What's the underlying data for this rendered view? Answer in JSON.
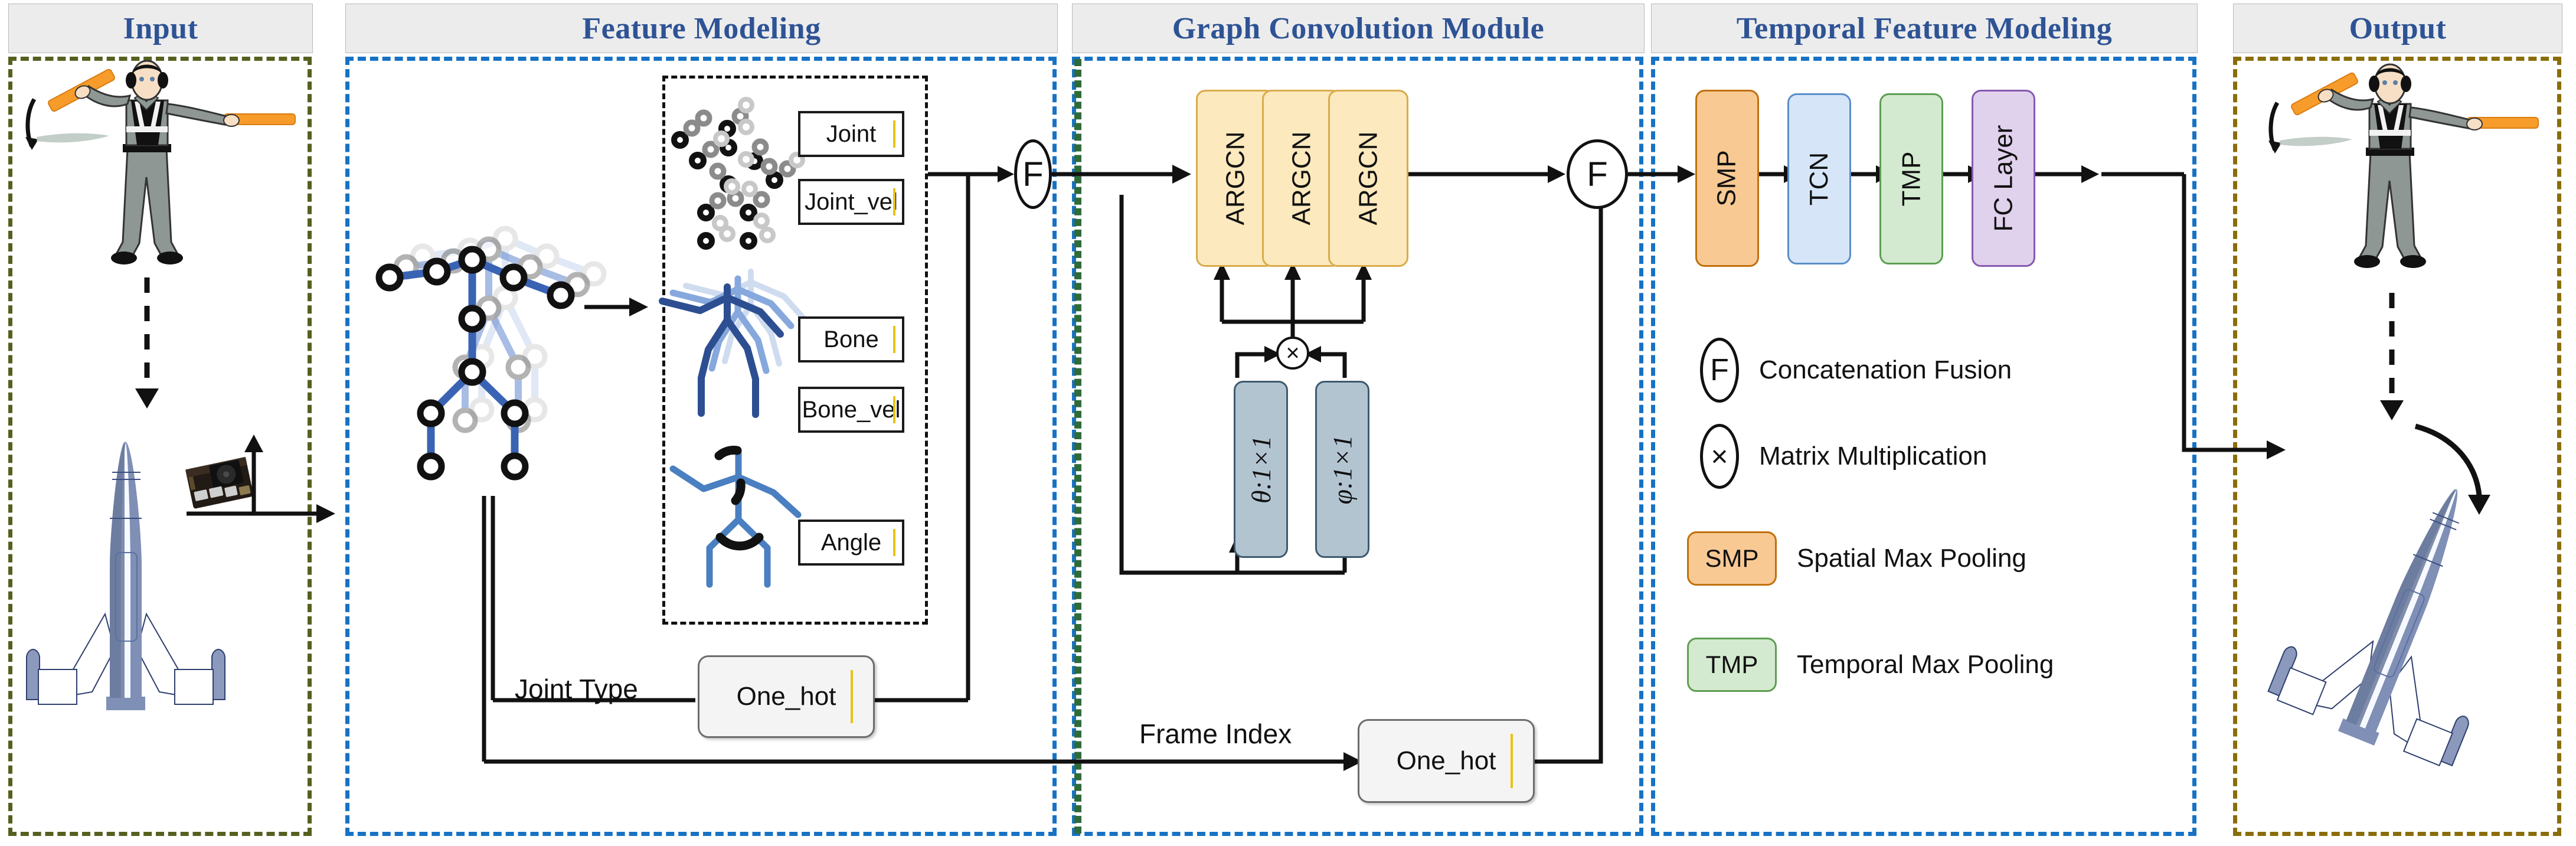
{
  "panels": [
    {
      "id": "input",
      "title": "Input"
    },
    {
      "id": "feature",
      "title": "Feature Modeling"
    },
    {
      "id": "graph",
      "title": "Graph Convolution Module"
    },
    {
      "id": "temporal",
      "title": "Temporal Feature Modeling"
    },
    {
      "id": "output",
      "title": "Output"
    }
  ],
  "feature_modeling": {
    "feature_boxes": [
      {
        "label": "Joint"
      },
      {
        "label": "Joint_vel"
      },
      {
        "label": "Bone"
      },
      {
        "label": "Bone_vel"
      },
      {
        "label": "Angle"
      }
    ],
    "joint_type_label": "Joint Type",
    "joint_type_onehot": "One_hot",
    "fusion_symbol": "F"
  },
  "graph_module": {
    "gcn_blocks": [
      "ARGCN",
      "ARGCN",
      "ARGCN"
    ],
    "projections": [
      "θ:1×1",
      "φ:1×1"
    ],
    "matmul_symbol": "×",
    "fusion_symbol": "F",
    "frame_index_label": "Frame Index",
    "frame_index_onehot": "One_hot"
  },
  "temporal_modeling": {
    "blocks": [
      {
        "label": "SMP",
        "fill": "#f8c993",
        "stroke": "#c2700d"
      },
      {
        "label": "TCN",
        "fill": "#d6e6f8",
        "stroke": "#5a8ec9"
      },
      {
        "label": "TMP",
        "fill": "#d4ead0",
        "stroke": "#5d9e52"
      },
      {
        "label": "FC Layer",
        "fill": "#e0d1ec",
        "stroke": "#8759b0"
      }
    ]
  },
  "legend": [
    {
      "symbol": "F",
      "shape": "ellipse",
      "text": "Concatenation Fusion"
    },
    {
      "symbol": "×",
      "shape": "ellipse",
      "text": "Matrix Multiplication"
    },
    {
      "symbol": "SMP",
      "shape": "chip",
      "text": "Spatial Max Pooling",
      "fill": "#f8c993",
      "stroke": "#c2700d"
    },
    {
      "symbol": "TMP",
      "shape": "chip",
      "text": "Temporal Max Pooling",
      "fill": "#d4ead0",
      "stroke": "#5d9e52"
    }
  ],
  "colors": {
    "title_text": "#2e5395",
    "title_bg": "#ececec",
    "panel_border_blue": "#1772c4",
    "panel_border_olive": "#55601f",
    "panel_border_gold": "#8a6d09",
    "argcn_fill": "#fce9bd",
    "proj_fill": "#b3c4d1"
  }
}
